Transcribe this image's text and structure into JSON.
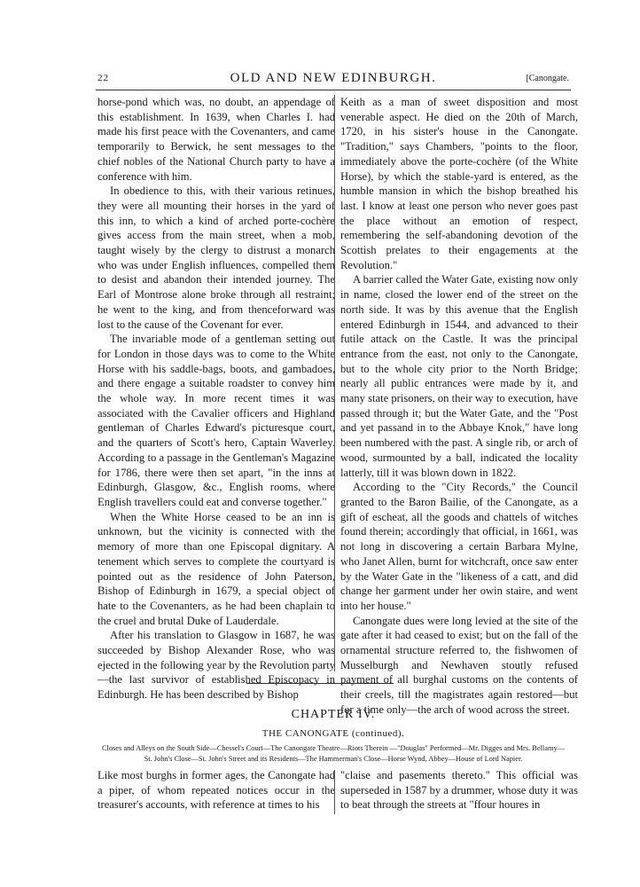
{
  "header": {
    "page_number": "22",
    "running_title": "OLD AND NEW EDINBURGH.",
    "section": "[Canongate."
  },
  "left_column": {
    "paragraphs": [
      "horse-pond which was, no doubt, an appendage of this establishment. In 1639, when Charles I. had made his first peace with the Covenanters, and came temporarily to Berwick, he sent messages to the chief nobles of the National Church party to have a conference with him.",
      "In obedience to this, with their various retinues, they were all mounting their horses in the yard of this inn, to which a kind of arched porte-cochère gives access from the main street, when a mob, taught wisely by the clergy to distrust a monarch who was under English influences, compelled them to desist and abandon their intended journey. The Earl of Montrose alone broke through all restraint; he went to the king, and from thenceforward was lost to the cause of the Covenant for ever.",
      "The invariable mode of a gentleman setting out for London in those days was to come to the White Horse with his saddle-bags, boots, and gambadoes, and there engage a suitable roadster to convey him the whole way. In more recent times it was associated with the Cavalier officers and Highland gentleman of Charles Edward's picturesque court, and the quarters of Scott's hero, Captain Waverley. According to a passage in the Gentleman's Magazine for 1786, there were then set apart, \"in the inns at Edinburgh, Glasgow, &c., English rooms, where English travellers could eat and converse together.\"",
      "When the White Horse ceased to be an inn is unknown, but the vicinity is connected with the memory of more than one Episcopal dignitary. A tenement which serves to complete the courtyard is pointed out as the residence of John Paterson, Bishop of Edinburgh in 1679, a special object of hate to the Covenanters, as he had been chaplain to the cruel and brutal Duke of Lauderdale.",
      "After his translation to Glasgow in 1687, he was succeeded by Bishop Alexander Rose, who was ejected in the following year by the Revolution party—the last survivor of established Episcopacy in Edinburgh. He has been described by Bishop"
    ]
  },
  "right_column": {
    "paragraphs": [
      "Keith as a man of sweet disposition and most venerable aspect. He died on the 20th of March, 1720, in his sister's house in the Canongate. \"Tradition,\" says Chambers, \"points to the floor, immediately above the porte-cochère (of the White Horse), by which the stable-yard is entered, as the humble mansion in which the bishop breathed his last. I know at least one person who never goes past the place without an emotion of respect, remembering the self-abandoning devotion of the Scottish prelates to their engagements at the Revolution.\"",
      "A barrier called the Water Gate, existing now only in name, closed the lower end of the street on the north side. It was by this avenue that the English entered Edinburgh in 1544, and advanced to their futile attack on the Castle. It was the principal entrance from the east, not only to the Canongate, but to the whole city prior to the North Bridge; nearly all public entrances were made by it, and many state prisoners, on their way to execution, have passed through it; but the Water Gate, and the \"Post and yet passand in to the Abbaye Knok,\" have long been numbered with the past. A single rib, or arch of wood, surmounted by a ball, indicated the locality latterly, till it was blown down in 1822.",
      "According to the \"City Records,\" the Council granted to the Baron Bailie, of the Canongate, as a gift of escheat, all the goods and chattels of witches found therein; accordingly that official, in 1661, was not long in discovering a certain Barbara Mylne, who Janet Allen, burnt for witchcraft, once saw enter by the Water Gate in the \"likeness of a catt, and did change her garment under her owin staire, and went into her house.\"",
      "Canongate dues were long levied at the site of the gate after it had ceased to exist; but on the fall of the ornamental structure referred to, the fishwomen of Musselburgh and Newhaven stoutly refused payment of all burghal customs on the contents of their creels, till the magistrates again restored—but for a time only—the arch of wood across the street."
    ]
  },
  "chapter": {
    "heading": "CHAPTER IV.",
    "subtitle": "THE CANONGATE (continued).",
    "summary": "Closes and Alleys on the South Side—Chessel's Court—The Canongate Theatre—Riots Therein —\"Douglas\" Performed—Mr. Digges and Mrs. Bellamy—St. John's Close—St. John's Street and its Residents—The Hammerman's Close—Horse Wynd, Abbey—House of Lord Napier."
  },
  "chapter_text": {
    "left": "Like most burghs in former ages, the Canongate had a piper, of whom repeated notices occur in the treasurer's accounts, with reference at times to his",
    "right": "\"claise and pasements thereto.\" This official was superseded in 1587 by a drummer, whose duty it was to beat through the streets at \"ffour houres in"
  }
}
